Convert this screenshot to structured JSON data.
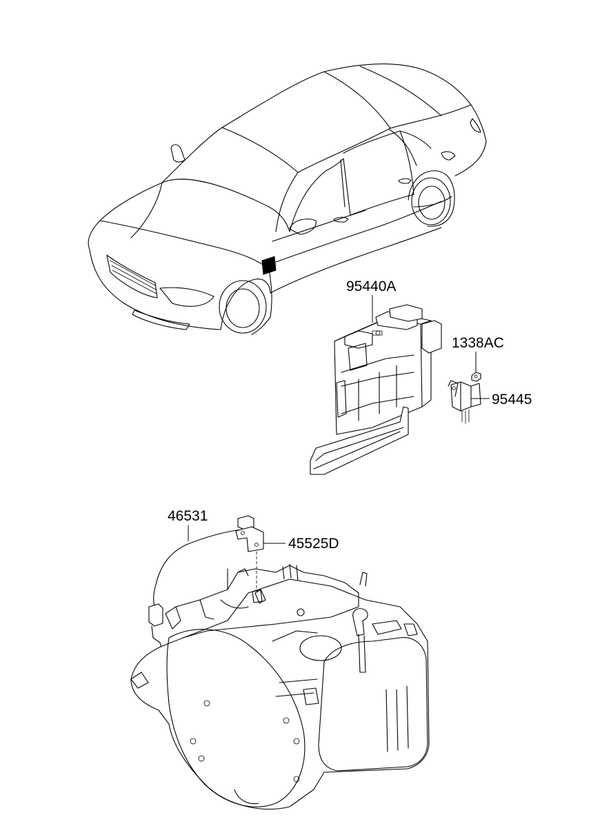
{
  "labels": {
    "ecu": "95440A",
    "nut": "1338AC",
    "relay": "95445",
    "sensor": "46531",
    "bracket": "45525D"
  }
}
